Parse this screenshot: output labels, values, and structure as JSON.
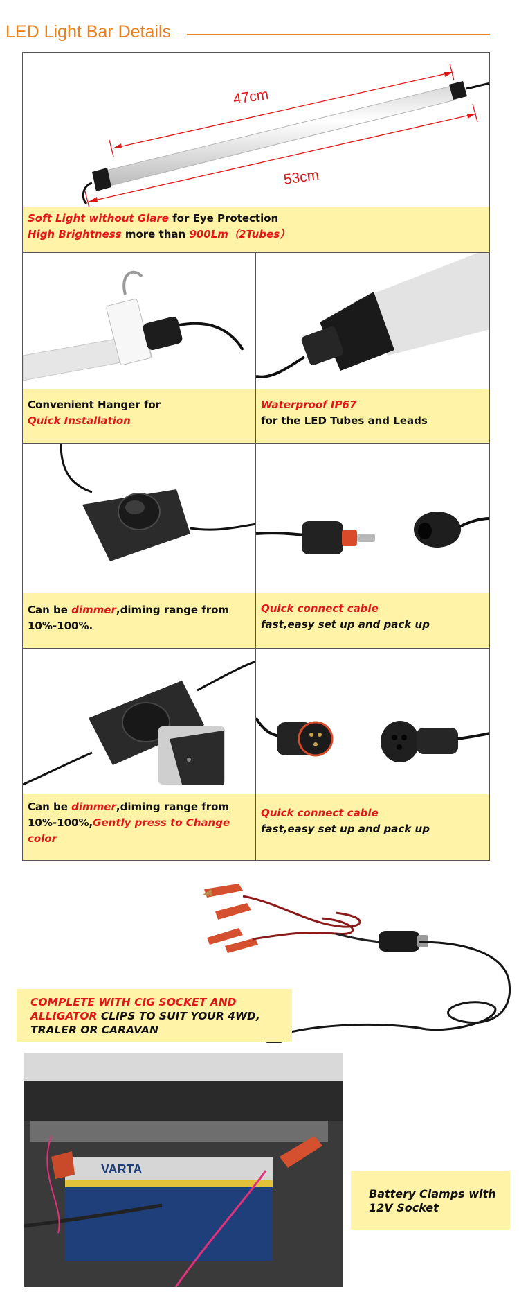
{
  "header": {
    "title": "LED Light Bar Details"
  },
  "panels": {
    "tube": {
      "dim_inner": "47cm",
      "dim_outer": "53cm",
      "line1_red": "Soft Light without Glare",
      "line1_rest": " for Eye Protection",
      "line2_red1": "High Brightness",
      "line2_mid": " more than ",
      "line2_red2": "900Lm",
      "line2_paren": "（2Tubes）"
    },
    "hanger": {
      "line1": "Convenient Hanger for",
      "line2_red": "Quick Installation"
    },
    "waterproof": {
      "line1_red": "Waterproof IP67",
      "line2": "for the LED Tubes and Leads"
    },
    "dimmer1": {
      "pre": "Can be ",
      "red": "dimmer",
      "post": ",diming range from",
      "line2": "10%-100%."
    },
    "connect1": {
      "line1_red": "Quick connect cable",
      "line2": "fast,easy set up and pack up"
    },
    "dimmer2": {
      "pre": "Can be ",
      "red": "dimmer",
      "post": ",diming range from",
      "line2": "10%-100%,",
      "line2_red": "Gently press to Change",
      "line3_red": "color"
    },
    "connect2": {
      "line1_red": "Quick connect cable",
      "line2": "fast,easy set up and pack up"
    }
  },
  "banner": {
    "line1_red": "COMPLETE WITH CIG SOCKET AND",
    "line2_red": "ALLIGATOR",
    "line2_rest": " CLIPS TO SUIT YOUR 4WD,",
    "line3": "TRALER  OR CARAVAN"
  },
  "battery_photo": {
    "brand": "VARTA"
  },
  "battery_label": {
    "line1": "Battery Clamps with",
    "line2": "12V Socket"
  },
  "colors": {
    "accent": "#e8821e",
    "highlight": "#fef3a6",
    "emphasis": "#e01818"
  }
}
